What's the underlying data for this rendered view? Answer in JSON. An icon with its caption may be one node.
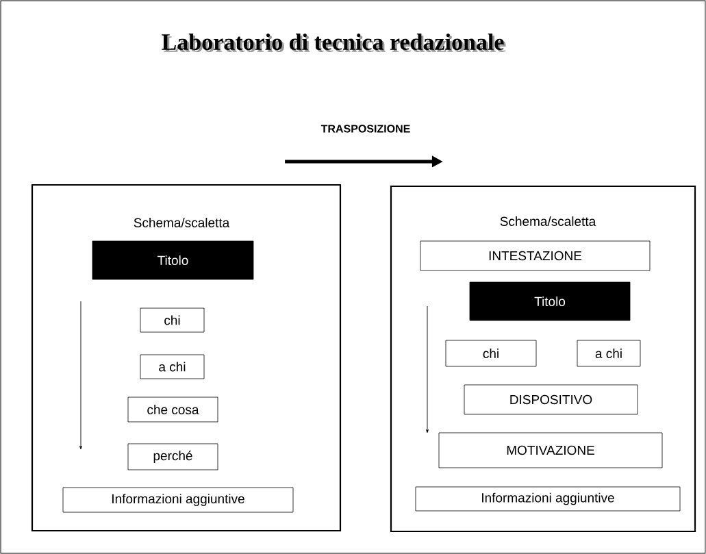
{
  "diagram": {
    "title": "Laboratorio di tecnica redazionale",
    "nodes": [
      {
        "text": [
          "Schema/scaletta"
        ]
      },
      {
        "text": [
          "Titolo"
        ],
        "in": 0
      },
      {
        "text": [
          "chi"
        ],
        "in": 0
      },
      {
        "text": [
          "a chi"
        ],
        "in": 0
      },
      {
        "text": [
          "che cosa"
        ],
        "in": 0
      },
      {
        "text": [
          "perché"
        ],
        "in": 0
      },
      {
        "text": [
          "Informazioni aggiuntive"
        ],
        "in": 0
      },
      {
        "text": [
          "Schema/scaletta"
        ]
      },
      {
        "text": [
          "INTESTAZIONE"
        ],
        "in": 7
      },
      {
        "text": [
          "Titolo"
        ],
        "in": 7
      },
      {
        "text": [
          "chi"
        ],
        "in": 7
      },
      {
        "text": [
          "a chi"
        ],
        "in": 7
      },
      {
        "text": [
          "DISPOSITIVO"
        ],
        "in": 7
      },
      {
        "text": [
          "MOTIVAZIONE"
        ],
        "in": 7
      },
      {
        "text": [
          "Informazioni aggiuntive"
        ],
        "in": 7
      }
    ],
    "edges": [
      {
        "from": 0,
        "to": 7,
        "arrow": "to",
        "label": "TRASPOSIZIONE"
      }
    ]
  }
}
